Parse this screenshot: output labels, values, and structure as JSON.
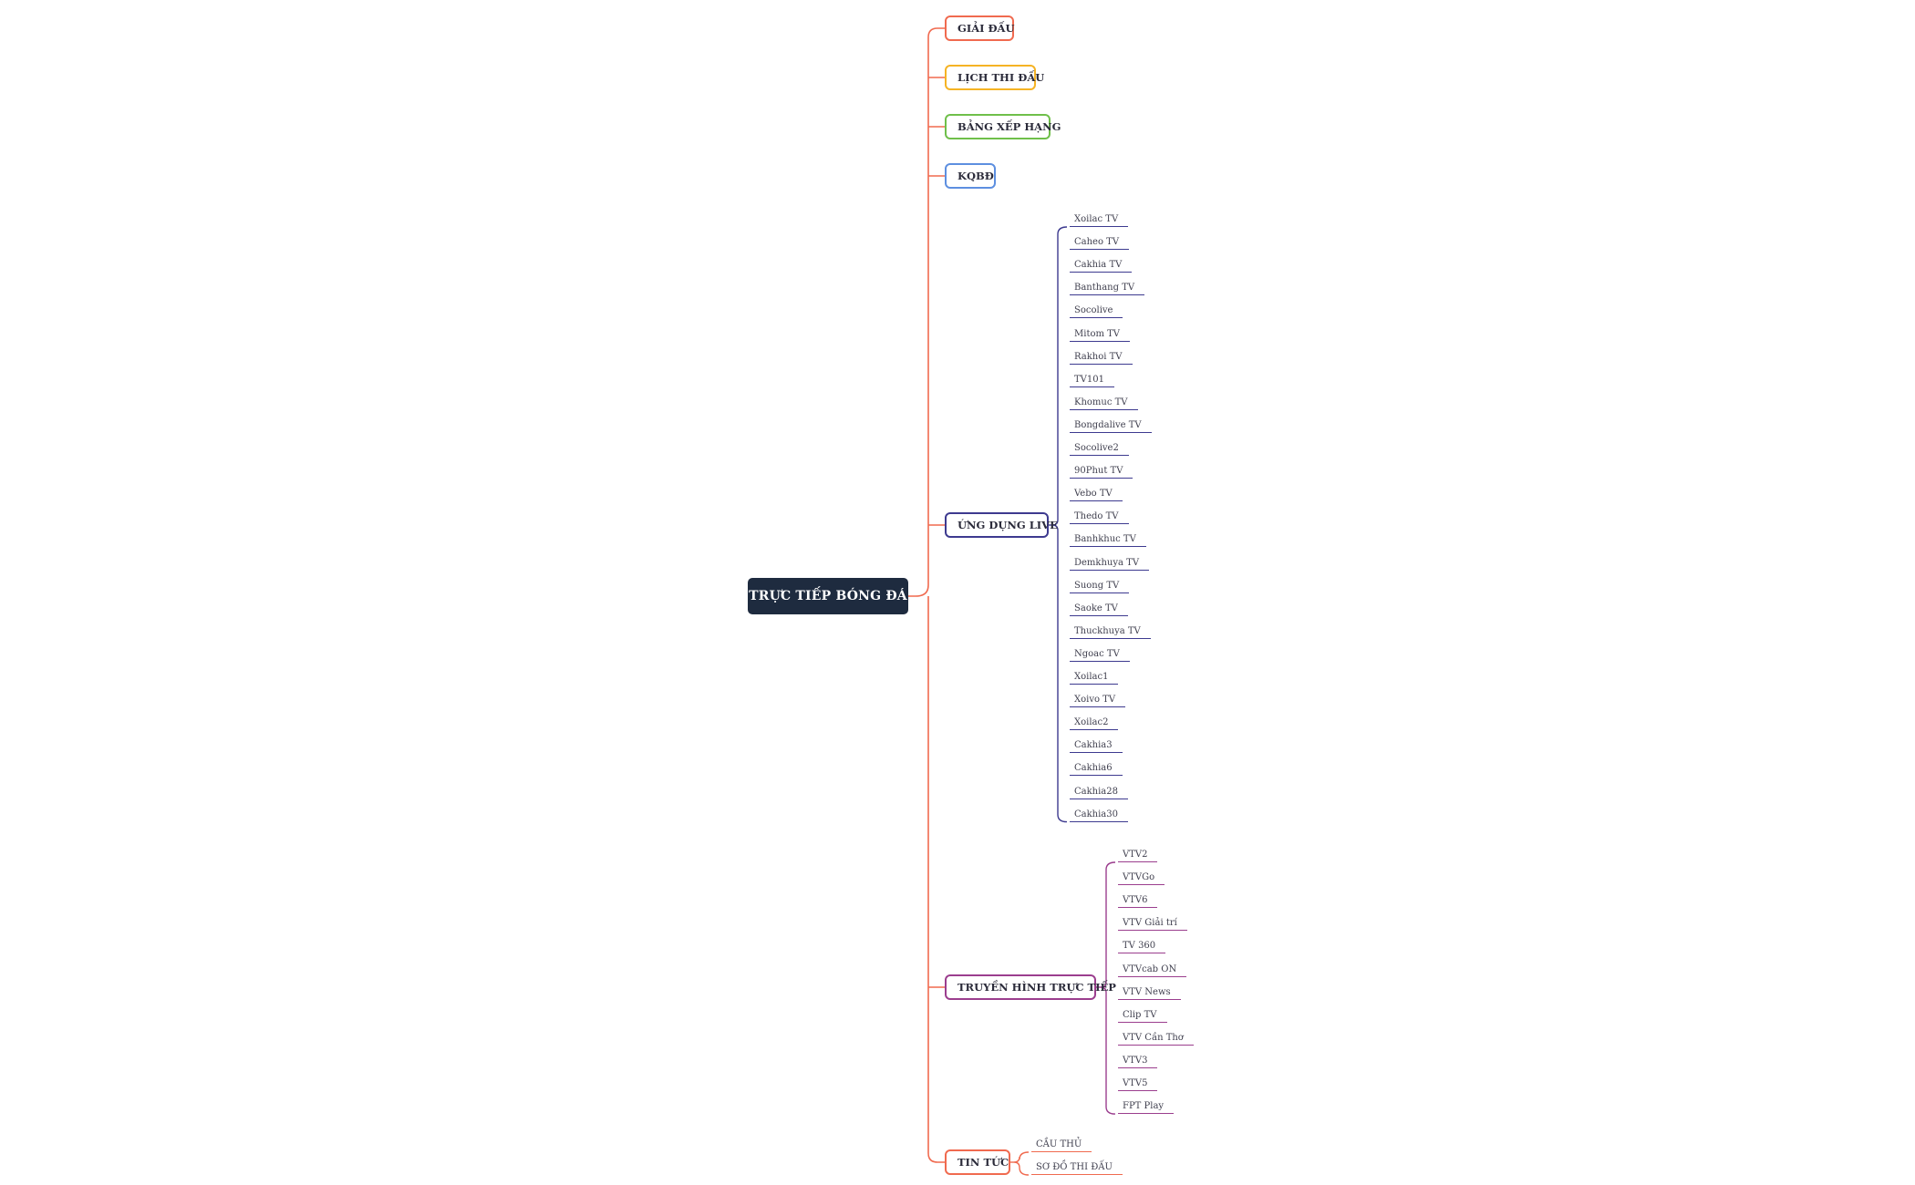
{
  "root": {
    "label": "TRỰC TIẾP BÓNG ĐÁ"
  },
  "colors": {
    "root_bg": "#1e2b3f",
    "main_connector": "#f06a4f",
    "giai_dau": "#f06a4f",
    "lich_thi_dau": "#f5b324",
    "bang_xep_hang": "#6fbf4a",
    "kqbd": "#5d8fe0",
    "ung_dung_live": "#3d3a8f",
    "truyen_hinh": "#9b3e8e",
    "tin_tuc": "#f06a4f"
  },
  "topics": [
    {
      "id": "giai-dau",
      "label": "GIẢI ĐẤU",
      "color": "#f06a4f",
      "children": []
    },
    {
      "id": "lich-thi-dau",
      "label": "LỊCH THI ĐẤU",
      "color": "#f5b324",
      "children": []
    },
    {
      "id": "bang-xep-hang",
      "label": "BẢNG XẾP HẠNG",
      "color": "#6fbf4a",
      "children": []
    },
    {
      "id": "kqbd",
      "label": "KQBĐ",
      "color": "#5d8fe0",
      "children": []
    },
    {
      "id": "ung-dung-live",
      "label": "ỨNG DỤNG LIVE",
      "color": "#3d3a8f",
      "children": [
        "Xoilac TV",
        "Caheo TV",
        "Cakhia TV",
        "Banthang TV",
        "Socolive",
        "Mitom TV",
        "Rakhoi TV",
        "TV101",
        "Khomuc TV",
        "Bongdalive TV",
        "Socolive2",
        "90Phut TV",
        "Vebo TV",
        "Thedo TV",
        "Banhkhuc TV",
        "Demkhuya TV",
        "Suong TV",
        "Saoke TV",
        "Thuckhuya TV",
        "Ngoac TV",
        "Xoilac1",
        "Xoivo TV",
        "Xoilac2",
        "Cakhia3",
        "Cakhia6",
        "Cakhia28",
        "Cakhia30"
      ]
    },
    {
      "id": "truyen-hinh-truc-tiep",
      "label": "TRUYỀN HÌNH TRỰC TIẾP",
      "color": "#9b3e8e",
      "children": [
        "VTV2",
        "VTVGo",
        "VTV6",
        "VTV Giải trí",
        "TV 360",
        "VTVcab ON",
        "VTV News",
        "Clip TV",
        "VTV Cần Thơ",
        "VTV3",
        "VTV5",
        "FPT Play"
      ]
    },
    {
      "id": "tin-tuc",
      "label": "TIN TỨC",
      "color": "#f06a4f",
      "children": [
        "CẦU THỦ",
        "SƠ ĐỒ THI ĐẤU"
      ]
    }
  ]
}
